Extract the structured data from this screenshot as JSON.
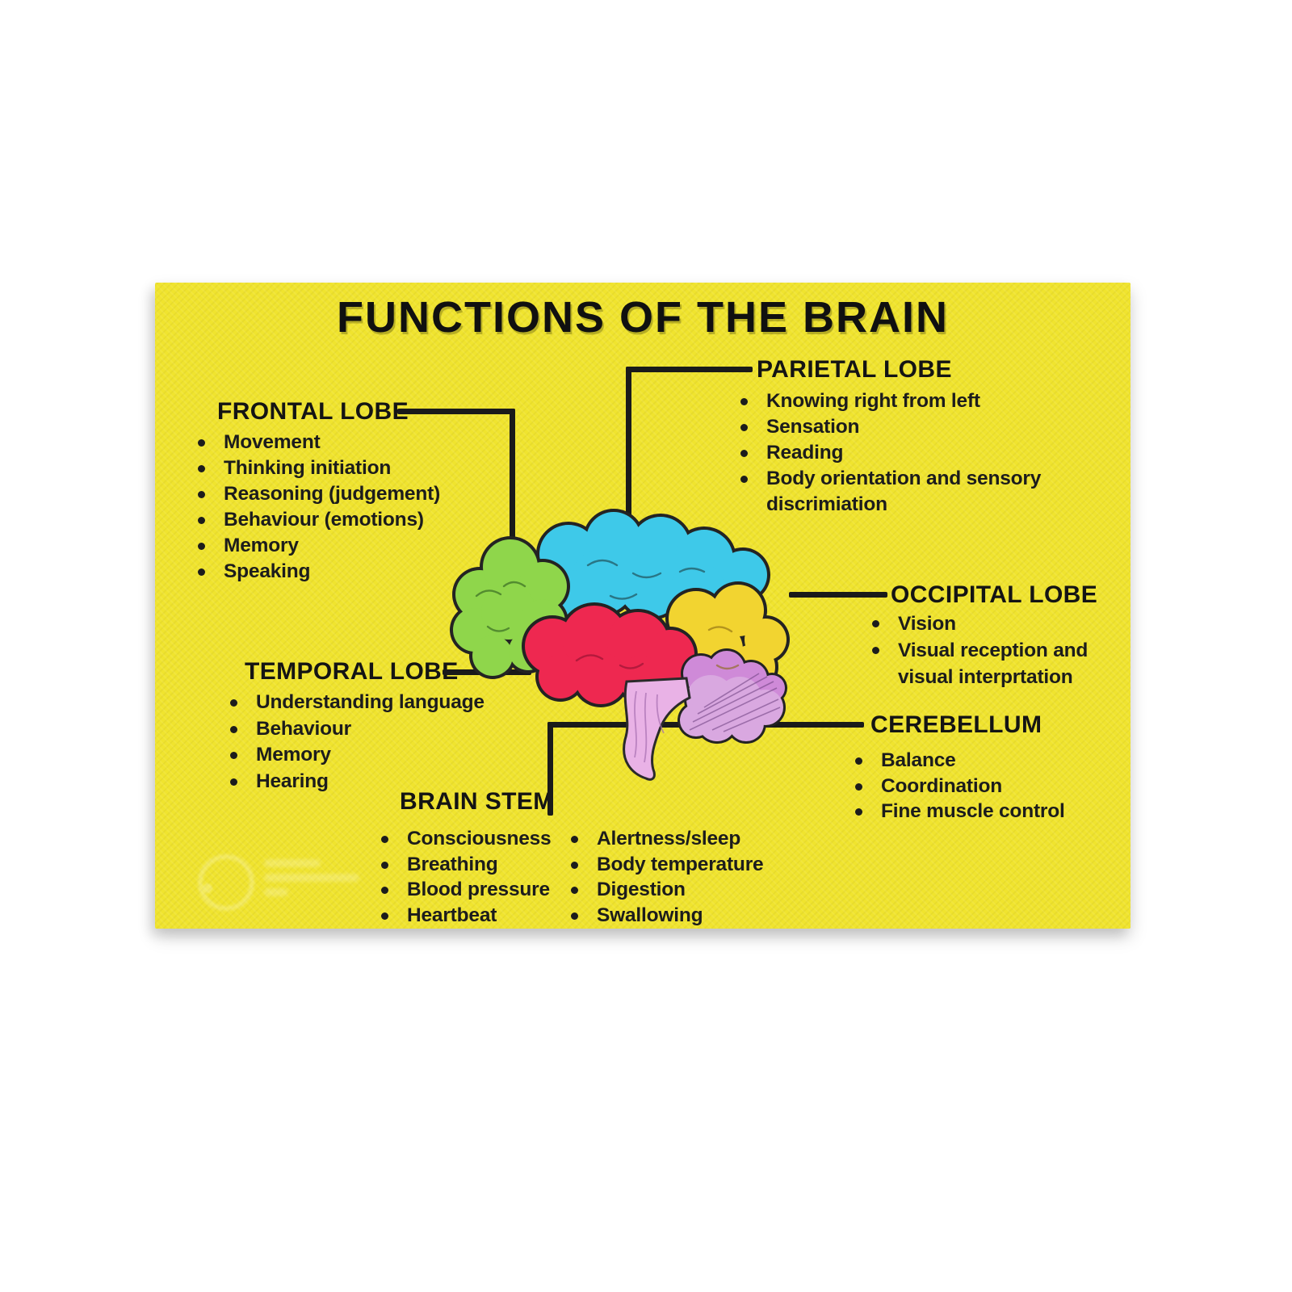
{
  "poster": {
    "title": "FUNCTIONS OF THE BRAIN",
    "background_color": "#f0e42e",
    "connector_color": "#1a1a1a",
    "text_color": "#1c1c1c",
    "sections": {
      "frontal": {
        "heading": "FRONTAL LOBE",
        "items": [
          "Movement",
          "Thinking initiation",
          "Reasoning (judgement)",
          "Behaviour (emotions)",
          "Memory",
          "Speaking"
        ]
      },
      "parietal": {
        "heading": "PARIETAL LOBE",
        "items": [
          "Knowing right from left",
          "Sensation",
          "Reading",
          "Body orientation and sensory discrimiation"
        ]
      },
      "occipital": {
        "heading": "OCCIPITAL LOBE",
        "items": [
          "Vision",
          "Visual reception and visual interprtation"
        ]
      },
      "temporal": {
        "heading": "TEMPORAL LOBE",
        "items": [
          "Understanding language",
          "Behaviour",
          "Memory",
          "Hearing"
        ]
      },
      "cerebellum": {
        "heading": "CEREBELLUM",
        "items": [
          "Balance",
          "Coordination",
          "Fine muscle control"
        ]
      },
      "brain_stem": {
        "heading": "BRAIN STEM",
        "items_col1": [
          "Consciousness",
          "Breathing",
          "Blood pressure",
          "Heartbeat"
        ],
        "items_col2": [
          "Alertness/sleep",
          "Body temperature",
          "Digestion",
          "Swallowing"
        ]
      }
    },
    "brain_region_colors": {
      "frontal_lobe": "#8fd64b",
      "parietal_lobe": "#3ec9e9",
      "occipital_lobe": "#f2d430",
      "temporal_lobe": "#ee2850",
      "cerebellum": "#d9a8e0",
      "brain_stem": "#e9b2e6"
    },
    "watermark_icon": "faint-circle-logo"
  }
}
